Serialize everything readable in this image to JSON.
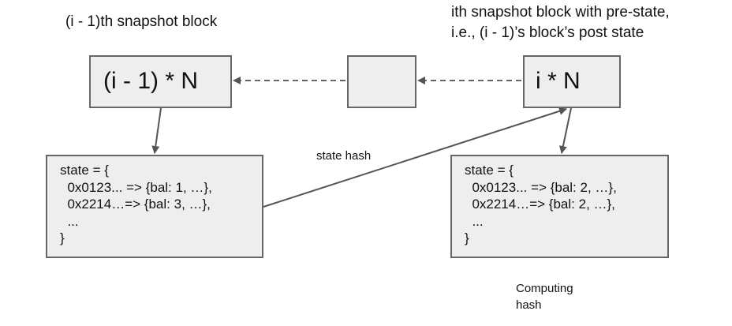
{
  "labels": {
    "prev_block_caption": "(i - 1)th snapshot block",
    "curr_block_caption_line1": "ith snapshot block with pre-state,",
    "curr_block_caption_line2": "i.e., (i - 1)’s block’s post state",
    "state_hash_label": "state hash",
    "computing_hash_line1": "Computing",
    "computing_hash_line2": "hash"
  },
  "nodes": {
    "prev_block": {
      "text": "(i - 1) * N"
    },
    "middle_block": {
      "text": ""
    },
    "curr_block": {
      "text": "i * N"
    },
    "prev_state": {
      "lines": [
        "state = {",
        "  0x0123... => {bal: 1, …},",
        "  0x2214…=> {bal: 3, …},",
        "  ...",
        "}"
      ]
    },
    "curr_state": {
      "lines": [
        "state = {",
        "  0x0123... => {bal: 2, …},",
        "  0x2214…=> {bal: 2, …},",
        "  ...",
        "}"
      ]
    }
  },
  "edges": [
    {
      "from": "middle_block",
      "to": "prev_block",
      "style": "dashed"
    },
    {
      "from": "curr_block",
      "to": "middle_block",
      "style": "dashed"
    },
    {
      "from": "prev_block",
      "to": "prev_state",
      "style": "solid"
    },
    {
      "from": "curr_block",
      "to": "curr_state",
      "style": "solid"
    },
    {
      "from": "prev_state",
      "to": "curr_block",
      "style": "solid",
      "label": "state hash"
    }
  ],
  "colors": {
    "box_fill": "#eeeeee",
    "box_border": "#666666",
    "edge": "#555555"
  }
}
